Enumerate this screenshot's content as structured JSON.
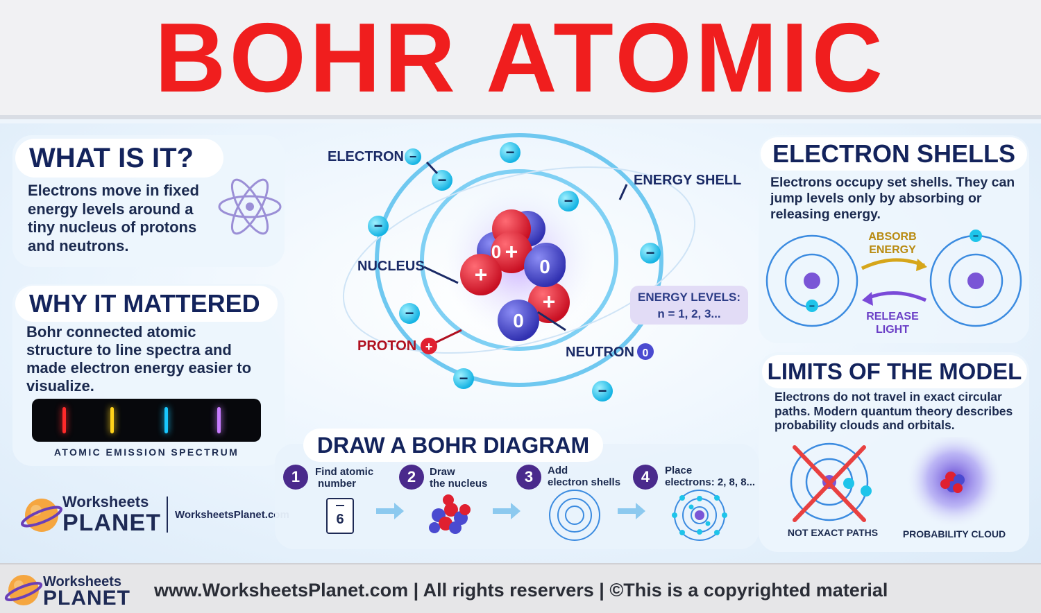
{
  "title": "BOHR ATOMIC MODEL",
  "what_is_it": {
    "heading": "WHAT IS IT?",
    "text": "Electrons move in fixed energy levels around a tiny nucleus of protons and neutrons.",
    "icon": "atom-icon"
  },
  "why_it_mattered": {
    "heading": "WHY IT MATTERED",
    "text": "Bohr connected atomic structure to line spectra and made electron energy easier to visualize.",
    "spectrum_label": "ATOMIC EMISSION SPECTRUM",
    "spectrum_colors": [
      "#ff2a2a",
      "#ffd21a",
      "#19c8ff",
      "#c87cff"
    ]
  },
  "atom": {
    "electron_label": "ELECTRON",
    "energy_shell_label": "ENERGY SHELL",
    "nucleus_label": "NUCLEUS",
    "proton_label": "PROTON",
    "neutron_label": "NEUTRON",
    "electron_symbol": "−",
    "proton_symbol": "+",
    "neutron_symbol": "0",
    "energy_levels_title": "ENERGY LEVELS:",
    "energy_levels_value": "n = 1, 2, 3..."
  },
  "electron_shells": {
    "heading": "ELECTRON SHELLS",
    "text": "Electrons occupy set shells. They can jump levels only by absorbing or releasing energy.",
    "absorb_line1": "ABSORB",
    "absorb_line2": "ENERGY",
    "release_line1": "RELEASE",
    "release_line2": "LIGHT"
  },
  "limits": {
    "heading": "LIMITS OF THE MODEL",
    "text": "Electrons do not travel in exact circular paths. Modern quantum theory describes probability clouds and orbitals.",
    "caption_left": "NOT EXACT PATHS",
    "caption_right": "PROBABILITY CLOUD"
  },
  "draw": {
    "heading": "DRAW A BOHR DIAGRAM",
    "steps": [
      {
        "num": "1",
        "line1": "Find atomic",
        "line2": "number"
      },
      {
        "num": "2",
        "line1": "Draw",
        "line2": "the nucleus"
      },
      {
        "num": "3",
        "line1": "Add",
        "line2": "electron shells"
      },
      {
        "num": "4",
        "line1": "Place",
        "line2": "electrons: 2, 8, 8..."
      }
    ],
    "atomic_number": "6"
  },
  "brand": {
    "name_line1": "Worksheets",
    "name_line2": "PLANET",
    "site": "WorksheetsPlanet.com"
  },
  "footer": {
    "name_line1": "Worksheets",
    "name_line2": "PLANET",
    "text": "www.WorksheetsPlanet.com | All rights reservers | ©This is a copyrighted material"
  },
  "colors": {
    "title_red": "#f01e1e",
    "navy": "#13235c",
    "electron_cyan": "#1ec4ea",
    "proton_red": "#e02030",
    "neutron_blue": "#4a4ad0",
    "step_purple": "#4a2a8c"
  }
}
